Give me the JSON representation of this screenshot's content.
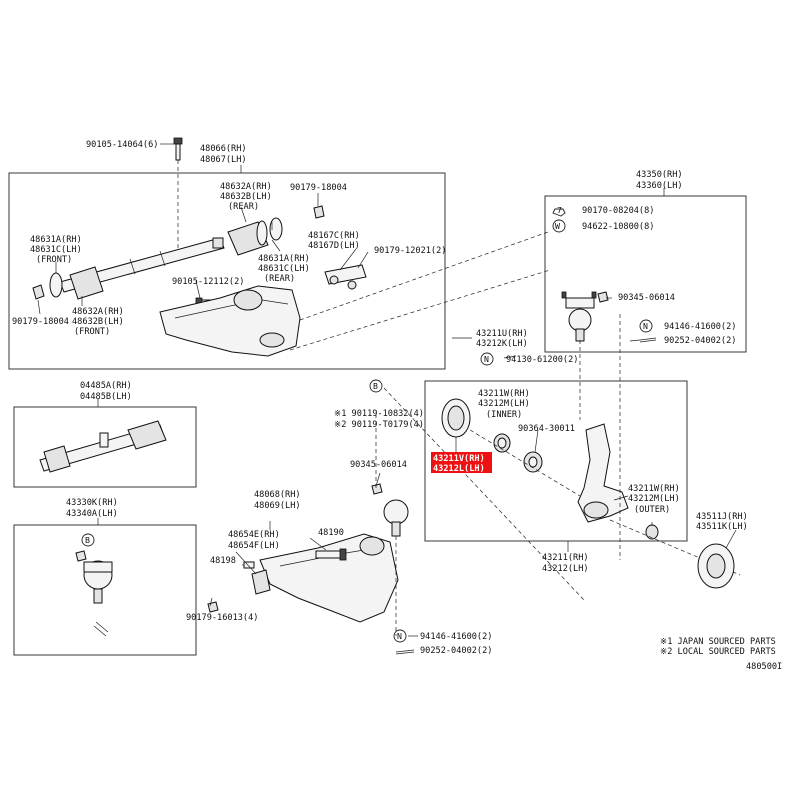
{
  "diagram_id": "480500I",
  "notes": {
    "note1": "※1 JAPAN SOURCED PARTS",
    "note2": "※2 LOCAL SOURCED PARTS"
  },
  "labels": {
    "bolt_top": "90105-14064(6)",
    "arm_rh": "48066(RH)",
    "arm_lh": "48067(LH)",
    "bush_rear_rh": "48632A(RH)",
    "bush_rear_lh": "48632B(LH)",
    "rear1": "(REAR)",
    "nut_18004_top": "90179-18004",
    "shaft_rh": "48631A(RH)",
    "shaft_lh": "48631C(LH)",
    "front1": "(FRONT)",
    "shaft2_rh": "48631A(RH)",
    "shaft2_lh": "48631C(LH)",
    "rear2": "(REAR)",
    "cam_rh": "48167C(RH)",
    "cam_lh": "48167D(LH)",
    "nut_12021": "90179-12021(2)",
    "bolt_12112": "90105-12112(2)",
    "bush_front_rh": "48632A(RH)",
    "bush_front_lh": "48632B(LH)",
    "front2": "(FRONT)",
    "nut_18004_left": "90179-18004",
    "bj_upper_rh": "43350(RH)",
    "bj_upper_lh": "43360(LH)",
    "bolt_08204": "90170-08204(8)",
    "washer_10800": "94622-10800(8)",
    "nut_06014_a": "90345-06014",
    "cotter_41600_a": "94146-41600(2)",
    "pin_04002_a": "90252-04002(2)",
    "plug_rh": "43211U(RH)",
    "plug_lh": "43212K(LH)",
    "nut_61200": "94130-61200(2)",
    "shaft_asm_rh": "04485A(RH)",
    "shaft_asm_lh": "04485B(LH)",
    "ref_b1": "B",
    "bolt_10832": "※1 90119-10832(4)",
    "bolt_t0179": "※2 90119-T0179(4)",
    "seal_rh": "43211V(RH)",
    "seal_lh": "43212L(LH)",
    "brg_inner_rh": "43211W(RH)",
    "brg_inner_lh": "43212M(LH)",
    "inner": "(INNER)",
    "bearing_30011": "90364-30011",
    "nut_06014_b": "90345-06014",
    "brg_outer_rh": "43211W(RH)",
    "brg_outer_lh": "43212M(LH)",
    "outer": "(OUTER)",
    "hub_rh": "43511J(RH)",
    "hub_lh": "43511K(LH)",
    "bj_lower_rh": "43330K(RH)",
    "bj_lower_lh": "43340A(LH)",
    "ref_b2": "B",
    "low_arm_rh": "48068(RH)",
    "low_arm_lh": "48069(LH)",
    "low_bush_rh": "48654E(RH)",
    "low_bush_lh": "48654F(LH)",
    "bush_48190": "48190",
    "bush_48198": "48198",
    "nut_16013": "90179-16013(4)",
    "cotter_41600_b": "94146-41600(2)",
    "pin_04002_b": "90252-04002(2)",
    "knuckle_rh": "43211(RH)",
    "knuckle_lh": "43212(LH)",
    "ref_n1": "N",
    "ref_n2": "N",
    "ref_n3": "N",
    "ref_w": "W",
    "ref_7": "7"
  },
  "highlight_color": "#ee1111"
}
